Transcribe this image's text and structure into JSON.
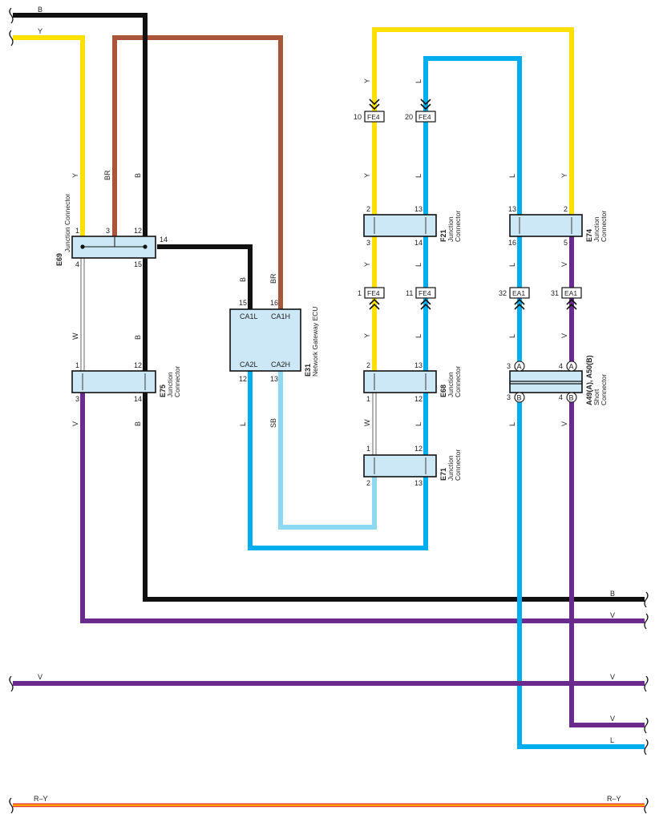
{
  "colors": {
    "B": "#111111",
    "Y": "#ffe000",
    "BR": "#a8553a",
    "L": "#00aeef",
    "SB": "#8fd8f2",
    "V": "#6a2a8e",
    "W": "#ffffff",
    "RY_red": "#e8251b",
    "RY_yellow": "#ffe000",
    "component_fill": "#cce8f6"
  },
  "edge_labels": {
    "left_B": "B",
    "left_Y": "Y",
    "right_B": "B",
    "right_V_upper": "V",
    "left_V_mid": "V",
    "right_V_mid": "V",
    "right_V_lower": "V",
    "right_L_lower": "L",
    "left_RY": "R–Y",
    "right_RY": "R–Y"
  },
  "wire_labels": {
    "y_e69_top": "Y",
    "br_e69_top": "BR",
    "b_e69_top": "B",
    "w_e69_e75": "W",
    "b_e69_e75": "B",
    "v_e75_bottom": "V",
    "b_e75_bottom": "B",
    "b_to_ecu": "B",
    "br_to_ecu": "BR",
    "l_ecu_bottom": "L",
    "sb_ecu_bottom": "SB",
    "y_fe4_top": "Y",
    "l_fe4_top": "L",
    "y_f21_top": "Y",
    "l_f21_top": "L",
    "y_f21_bot": "Y",
    "l_f21_bot": "L",
    "y_fe4_bot": "Y",
    "l_fe4_bot": "L",
    "w_e68_e71": "W",
    "l_e68_e71": "L",
    "l_e74_top": "L",
    "y_e74_top": "Y",
    "l_e74_bot": "L",
    "v_e74_bot": "V",
    "l_ea1_bot": "L",
    "v_ea1_bot": "V",
    "l_a49_bot": "L",
    "v_a49_bot": "V"
  },
  "components": {
    "e69": {
      "code": "E69",
      "name": "Junction Connector",
      "pins": [
        "1",
        "3",
        "12",
        "14",
        "4",
        "15"
      ]
    },
    "e75": {
      "code": "E75",
      "name_1": "Junction",
      "name_2": "Connector",
      "pins": [
        "1",
        "12",
        "3",
        "14"
      ]
    },
    "e31": {
      "code": "E31",
      "name": "Network Gateway ECU",
      "pins": [
        "15",
        "16",
        "12",
        "13"
      ],
      "terminals": [
        "CA1L",
        "CA1H",
        "CA2L",
        "CA2H"
      ]
    },
    "f21": {
      "code": "F21",
      "name_1": "Junction",
      "name_2": "Connector",
      "pins": [
        "2",
        "13",
        "3",
        "14"
      ]
    },
    "e68": {
      "code": "E68",
      "name_1": "Junction",
      "name_2": "Connector",
      "pins": [
        "2",
        "13",
        "1",
        "12"
      ]
    },
    "e71": {
      "code": "E71",
      "name_1": "Junction",
      "name_2": "Connector",
      "pins": [
        "1",
        "12",
        "2",
        "13"
      ]
    },
    "e74": {
      "code": "E74",
      "name_1": "Junction",
      "name_2": "Connector",
      "pins": [
        "13",
        "2",
        "16",
        "5"
      ]
    },
    "a49": {
      "code": "A49(A), A50(B)",
      "name_1": "Short",
      "name_2": "Connector",
      "pins": [
        "3",
        "4",
        "3",
        "4"
      ],
      "circle_letters": [
        "A",
        "A",
        "B",
        "B"
      ]
    }
  },
  "connectors": {
    "fe4_top_y": {
      "code": "FE4",
      "pin": "10"
    },
    "fe4_top_l": {
      "code": "FE4",
      "pin": "20"
    },
    "fe4_bot_y": {
      "code": "FE4",
      "pin": "1"
    },
    "fe4_bot_l": {
      "code": "FE4",
      "pin": "11"
    },
    "ea1_l": {
      "code": "EA1",
      "pin": "32"
    },
    "ea1_v": {
      "code": "EA1",
      "pin": "31"
    }
  }
}
